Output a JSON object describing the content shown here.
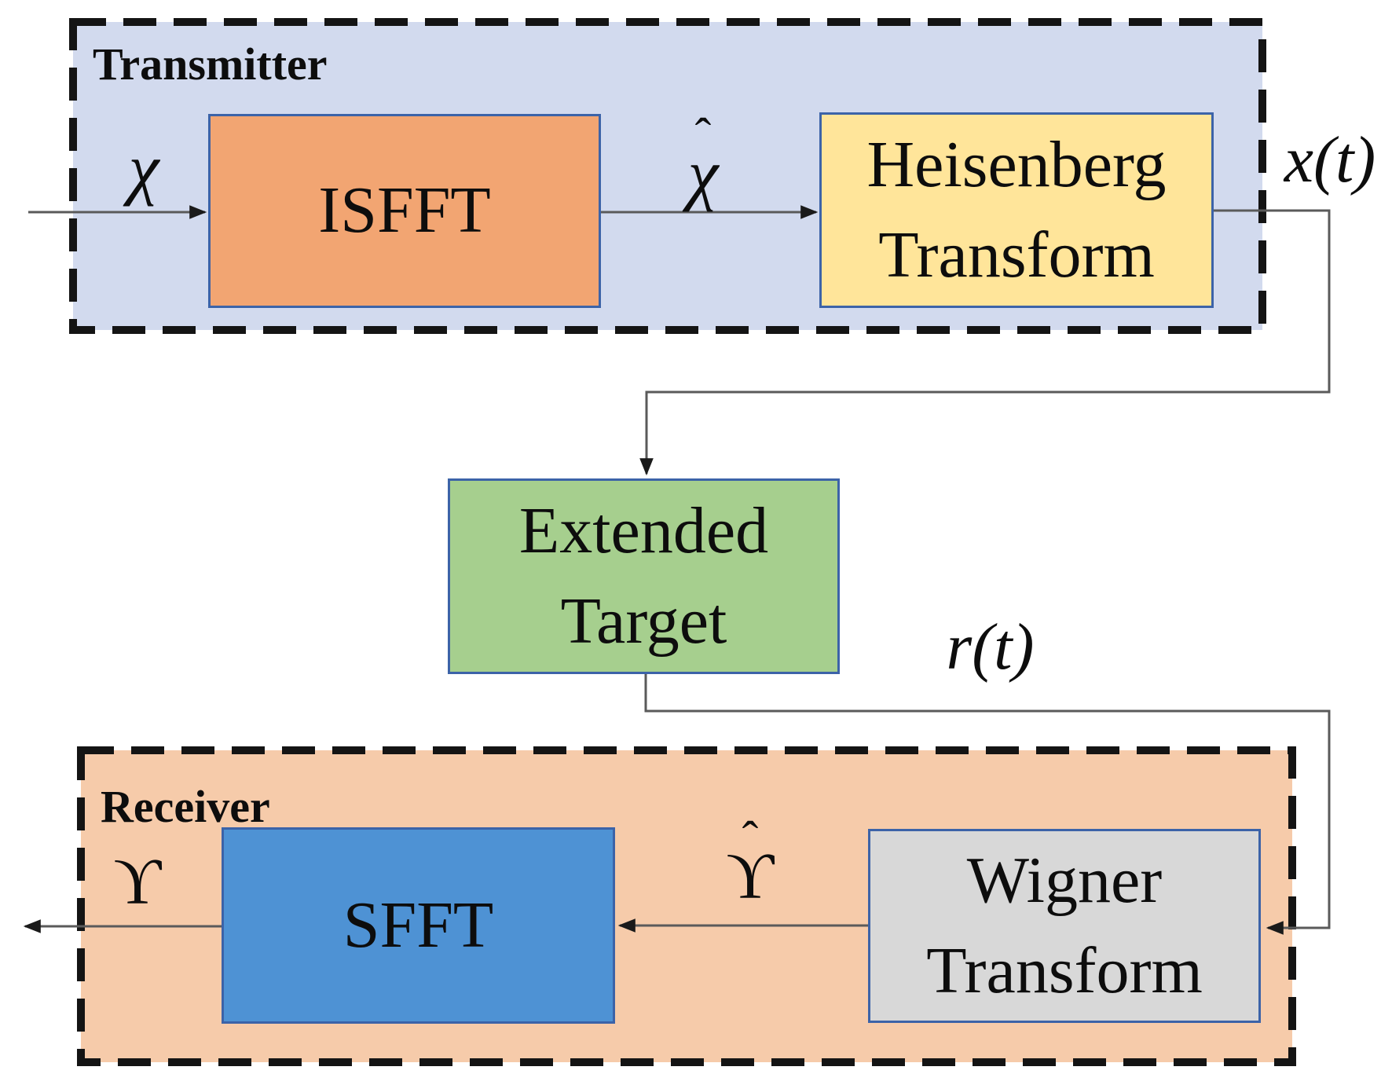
{
  "transmitter": {
    "label": "Transmitter",
    "isfft": "ISFFT",
    "heisenberg_line1": "Heisenberg",
    "heisenberg_line2": "Transform"
  },
  "channel": {
    "extended_line1": "Extended",
    "extended_line2": "Target"
  },
  "receiver": {
    "label": "Receiver",
    "sfft": "SFFT",
    "wigner_line1": "Wigner",
    "wigner_line2": "Transform"
  },
  "signals": {
    "chi": "χ",
    "chi_hat_base": "χ",
    "hat": "ˆ",
    "x_t": "x(t)",
    "r_t": "r(t)",
    "upsilon_hat_base": "ϒ",
    "upsilon": "ϒ"
  },
  "colors": {
    "transmitter_bg": "#d2daee",
    "receiver_bg": "#f6cbaa",
    "isfft_fill": "#f2a572",
    "heisenberg_fill": "#ffe59a",
    "extended_fill": "#a6cf8e",
    "sfft_fill": "#4e92d4",
    "wigner_fill": "#d8d8d8",
    "block_border": "#3c63a8",
    "group_border": "#141414",
    "connector": "#5a5a5a",
    "arrowhead": "#1a1a1a"
  }
}
